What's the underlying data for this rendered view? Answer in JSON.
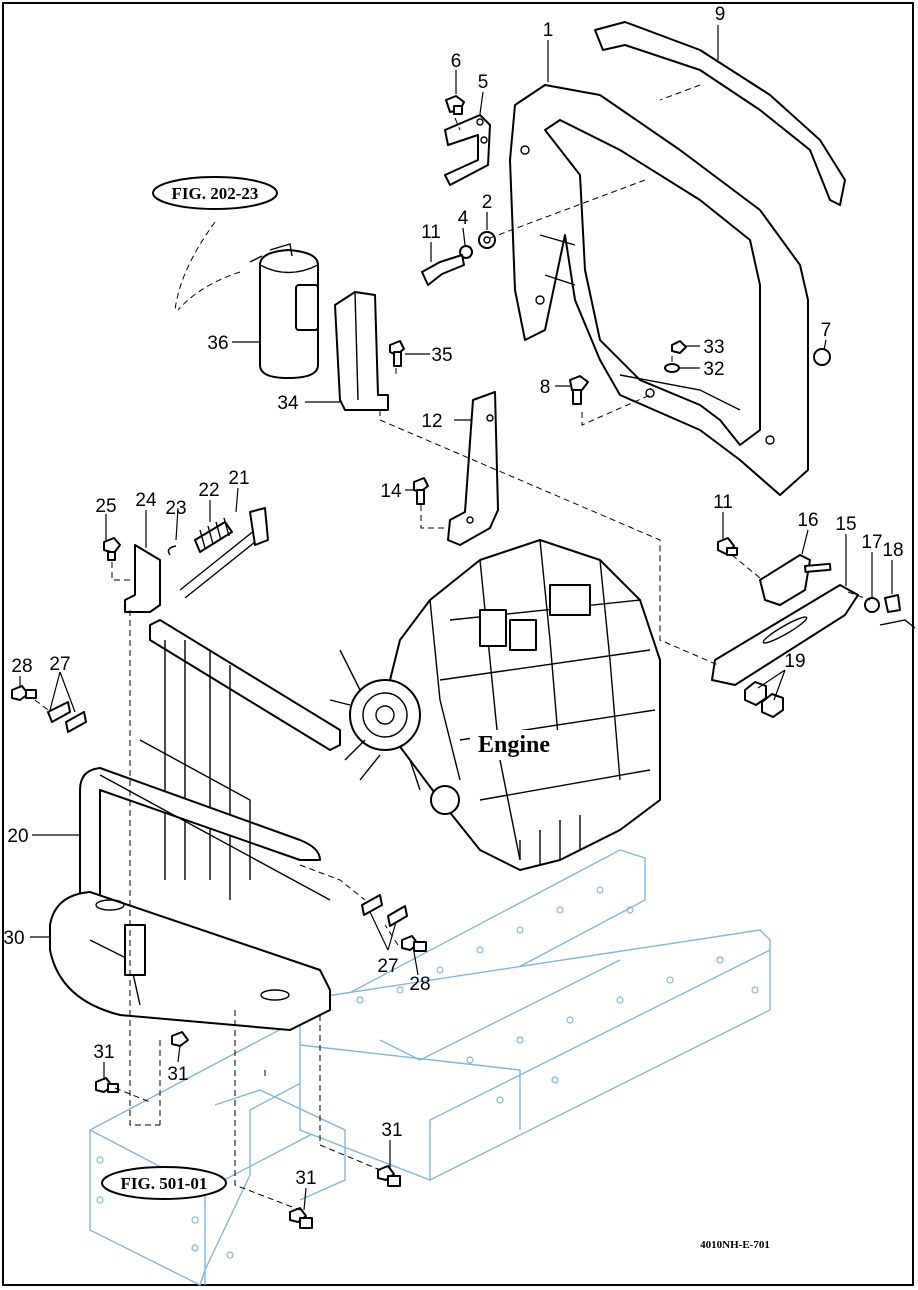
{
  "figure_refs": {
    "fig_202_23": "FIG. 202-23",
    "fig_501_01": "FIG. 501-01"
  },
  "engine_label": "Engine",
  "drawing_number": "4010NH-E-701",
  "callouts": {
    "c1": "1",
    "c2": "2",
    "c4": "4",
    "c5": "5",
    "c6": "6",
    "c7": "7",
    "c8": "8",
    "c9": "9",
    "c11a": "11",
    "c11b": "11",
    "c12": "12",
    "c14": "14",
    "c15": "15",
    "c16": "16",
    "c17": "17",
    "c18": "18",
    "c19": "19",
    "c20": "20",
    "c21": "21",
    "c22": "22",
    "c23": "23",
    "c24": "24",
    "c25": "25",
    "c27a": "27",
    "c27b": "27",
    "c28a": "28",
    "c28b": "28",
    "c30": "30",
    "c31a": "31",
    "c31b": "31",
    "c31c": "31",
    "c31d": "31",
    "c32": "32",
    "c33": "33",
    "c34": "34",
    "c35": "35",
    "c36": "36"
  }
}
